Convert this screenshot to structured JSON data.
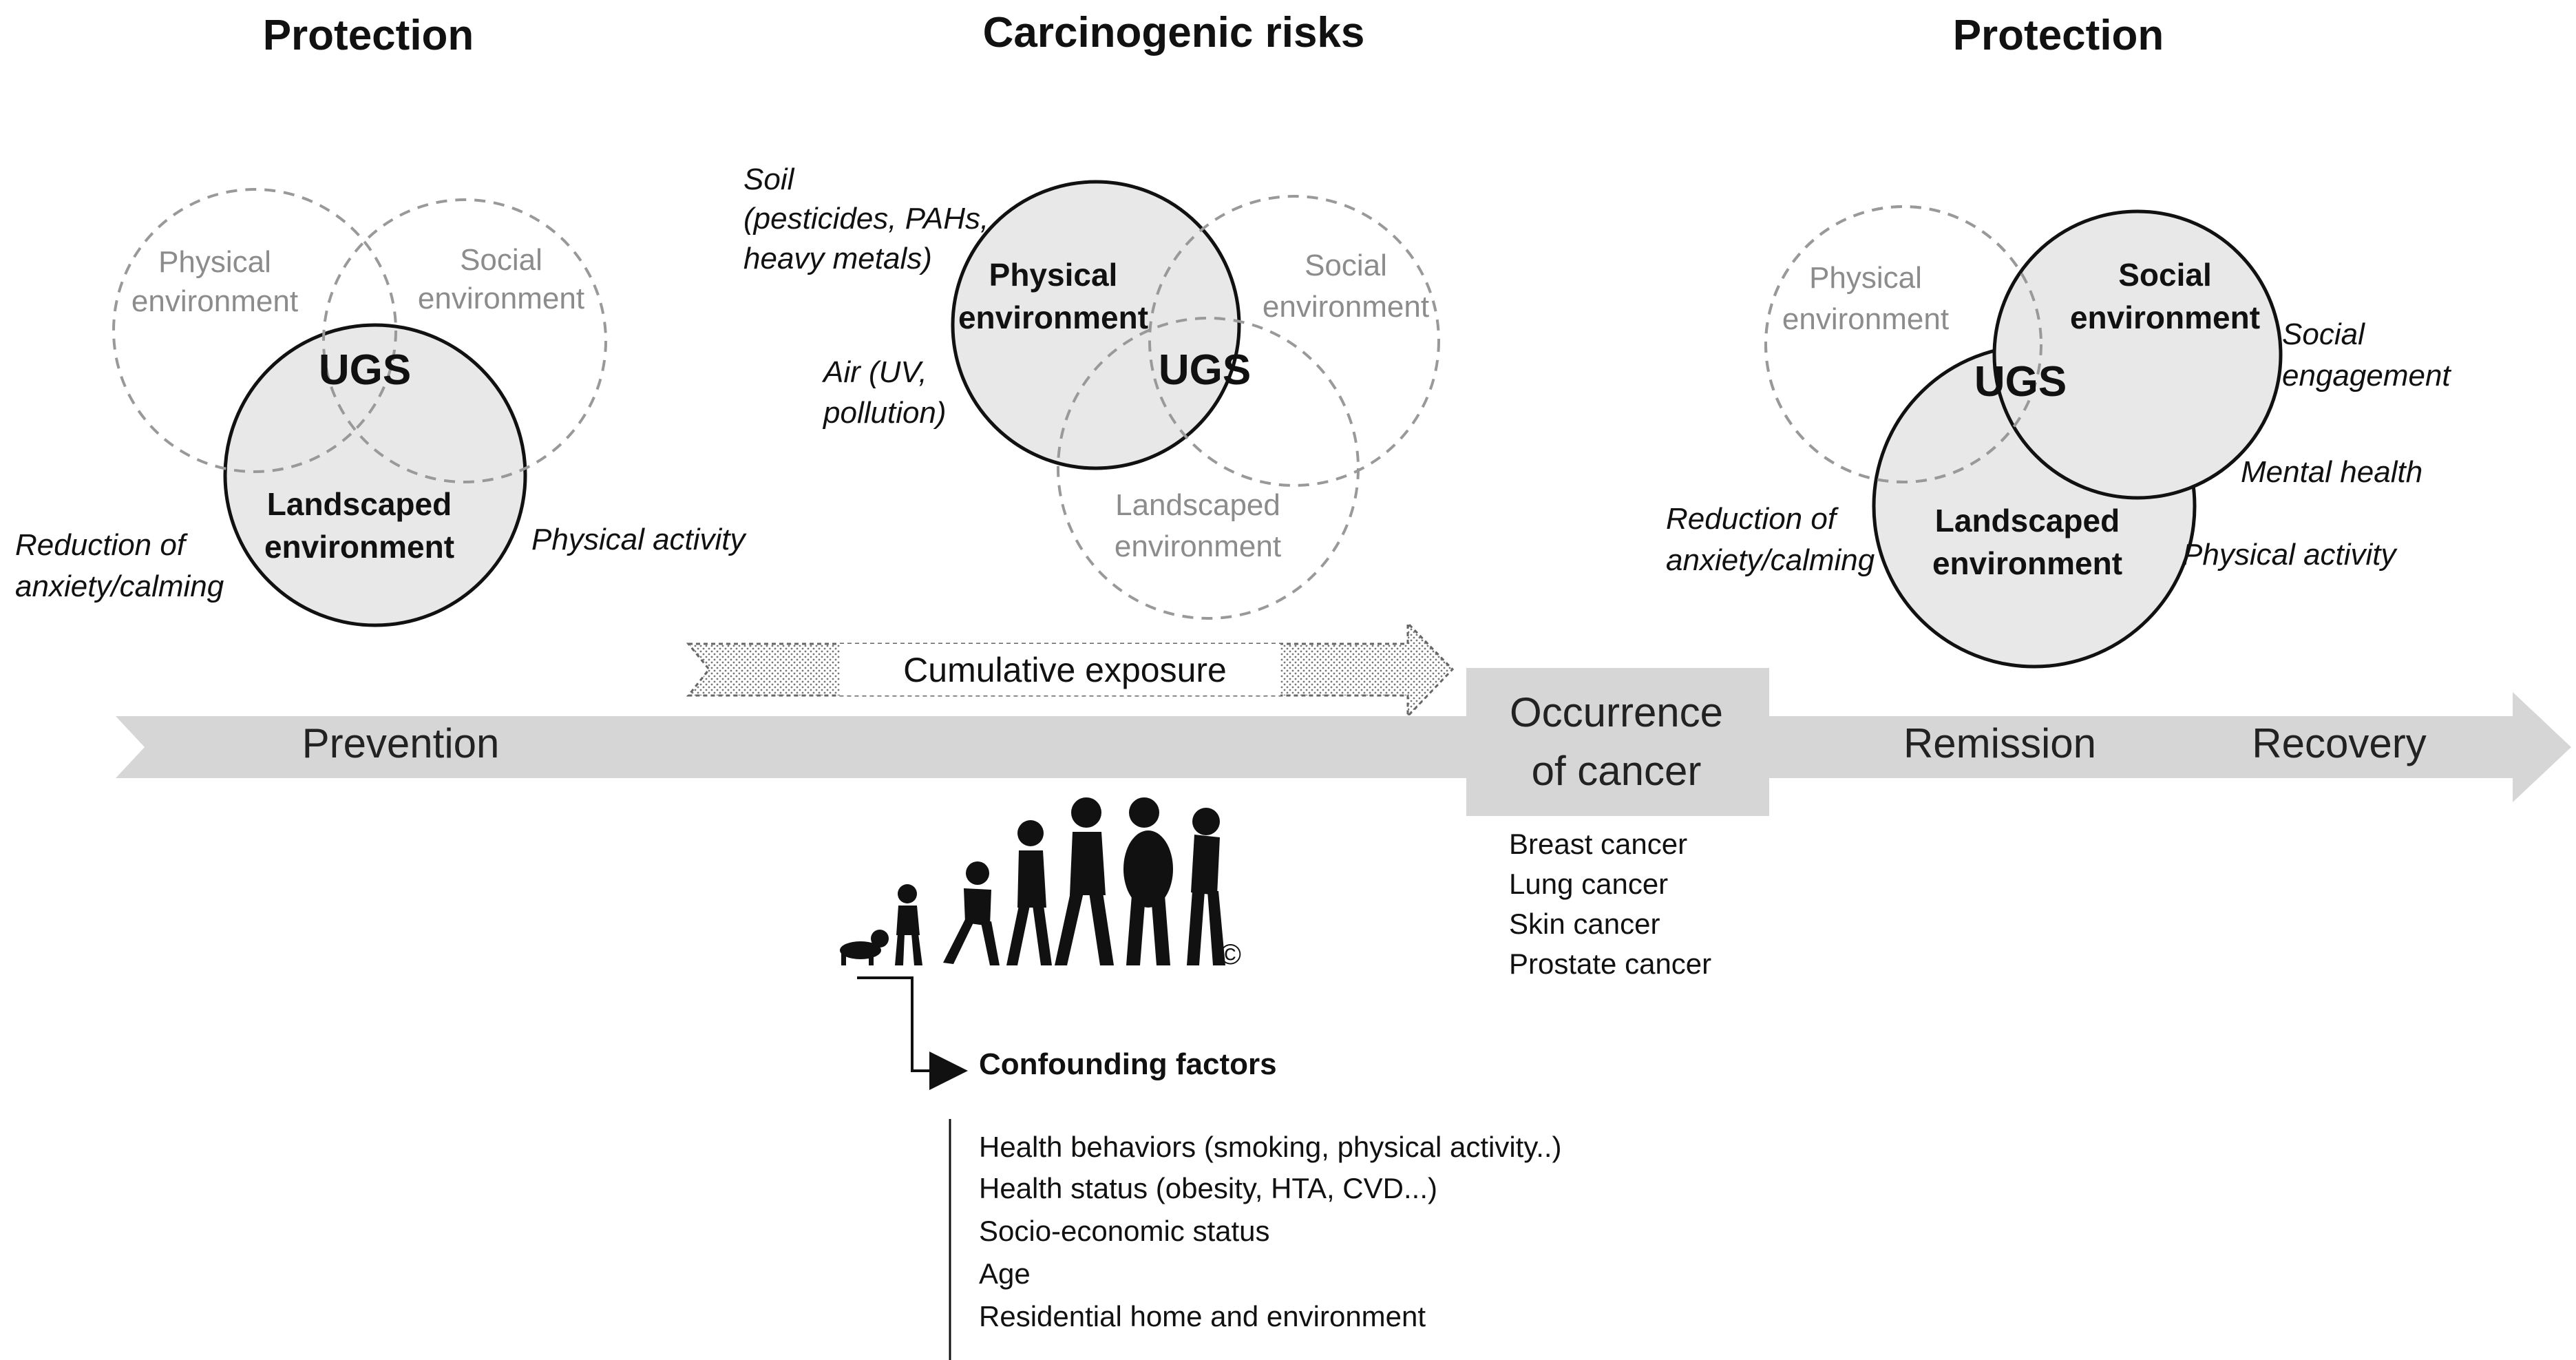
{
  "sections": {
    "left_title": "Protection",
    "center_title": "Carcinogenic risks",
    "right_title": "Protection"
  },
  "left_venn": {
    "physical": [
      "Physical",
      "environment"
    ],
    "social": [
      "Social",
      "environment"
    ],
    "ugs": "UGS",
    "landscaped": [
      "Landscaped",
      "environment"
    ],
    "reduction": [
      "Reduction of",
      "anxiety/calming"
    ],
    "activity": "Physical activity"
  },
  "center_venn": {
    "soil": [
      "Soil",
      "(pesticides, PAHs,",
      "heavy metals)"
    ],
    "air": [
      "Air (UV,",
      "pollution)"
    ],
    "physical": [
      "Physical",
      "environment"
    ],
    "social": [
      "Social",
      "environment"
    ],
    "ugs": "UGS",
    "landscaped": [
      "Landscaped",
      "environment"
    ]
  },
  "right_venn": {
    "physical": [
      "Physical",
      "environment"
    ],
    "social": [
      "Social",
      "environment"
    ],
    "ugs": "UGS",
    "landscaped": [
      "Landscaped",
      "environment"
    ],
    "engagement": [
      "Social",
      "engagement"
    ],
    "mental": "Mental health",
    "reduction": [
      "Reduction of",
      "anxiety/calming"
    ],
    "activity": "Physical activity"
  },
  "timeline": {
    "exposure": "Cumulative exposure",
    "prevention": "Prevention",
    "occurrence": [
      "Occurrence",
      "of cancer"
    ],
    "remission": "Remission",
    "recovery": "Recovery"
  },
  "cancers": [
    "Breast cancer",
    "Lung cancer",
    "Skin cancer",
    "Prostate cancer"
  ],
  "copyright": "©",
  "confounding": {
    "title": "Confounding factors",
    "items": [
      "Health behaviors (smoking, physical activity..)",
      "Health status (obesity, HTA, CVD...)",
      "Socio-economic status",
      "Age",
      "Residential home and environment"
    ]
  }
}
